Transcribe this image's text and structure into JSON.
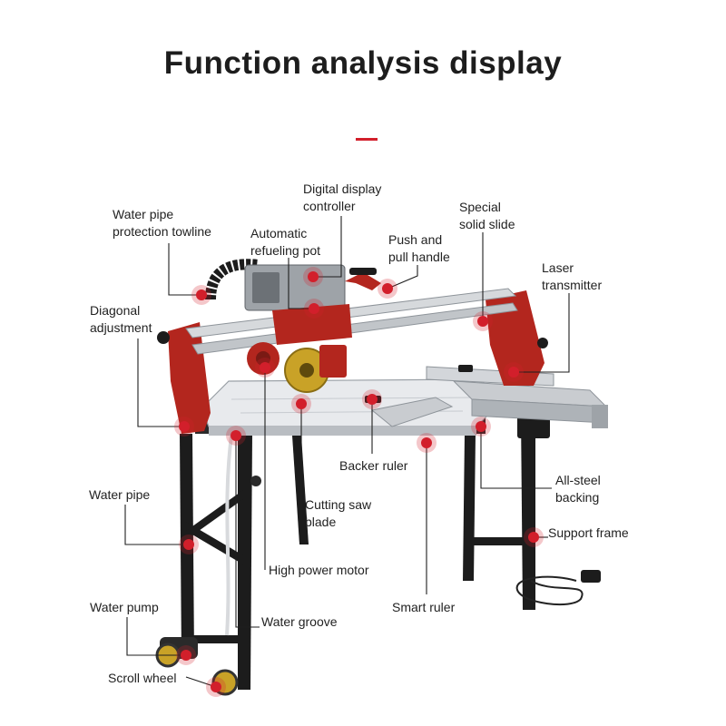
{
  "header": {
    "title": "Function analysis display"
  },
  "colors": {
    "accent": "#d21f2b",
    "machine_red": "#b3261e",
    "frame": "#1c1c1c",
    "rail": "#c9ccd0"
  },
  "labels": [
    {
      "id": "water-pipe-protection-towline",
      "lines": [
        "Water pipe",
        "protection towline"
      ]
    },
    {
      "id": "digital-display-controller",
      "lines": [
        "Digital display",
        "controller"
      ]
    },
    {
      "id": "automatic-refueling-pot",
      "lines": [
        "Automatic",
        "refueling pot"
      ]
    },
    {
      "id": "push-and-pull-handle",
      "lines": [
        "Push and",
        "pull handle"
      ]
    },
    {
      "id": "special-solid-slide",
      "lines": [
        "Special",
        "solid slide"
      ]
    },
    {
      "id": "laser-transmitter",
      "lines": [
        "Laser",
        "transmitter"
      ]
    },
    {
      "id": "diagonal-adjustment",
      "lines": [
        "Diagonal",
        "adjustment"
      ]
    },
    {
      "id": "backer-ruler",
      "lines": [
        "Backer ruler"
      ]
    },
    {
      "id": "all-steel-backing",
      "lines": [
        "All-steel",
        "backing"
      ]
    },
    {
      "id": "water-pipe",
      "lines": [
        "Water pipe"
      ]
    },
    {
      "id": "cutting-saw-blade",
      "lines": [
        "Cutting saw",
        "blade"
      ]
    },
    {
      "id": "support-frame",
      "lines": [
        "Support frame"
      ]
    },
    {
      "id": "high-power-motor",
      "lines": [
        "High power motor"
      ]
    },
    {
      "id": "smart-ruler",
      "lines": [
        "Smart ruler"
      ]
    },
    {
      "id": "water-pump",
      "lines": [
        "Water pump"
      ]
    },
    {
      "id": "water-groove",
      "lines": [
        "Water groove"
      ]
    },
    {
      "id": "scroll-wheel",
      "lines": [
        "Scroll wheel"
      ]
    }
  ]
}
